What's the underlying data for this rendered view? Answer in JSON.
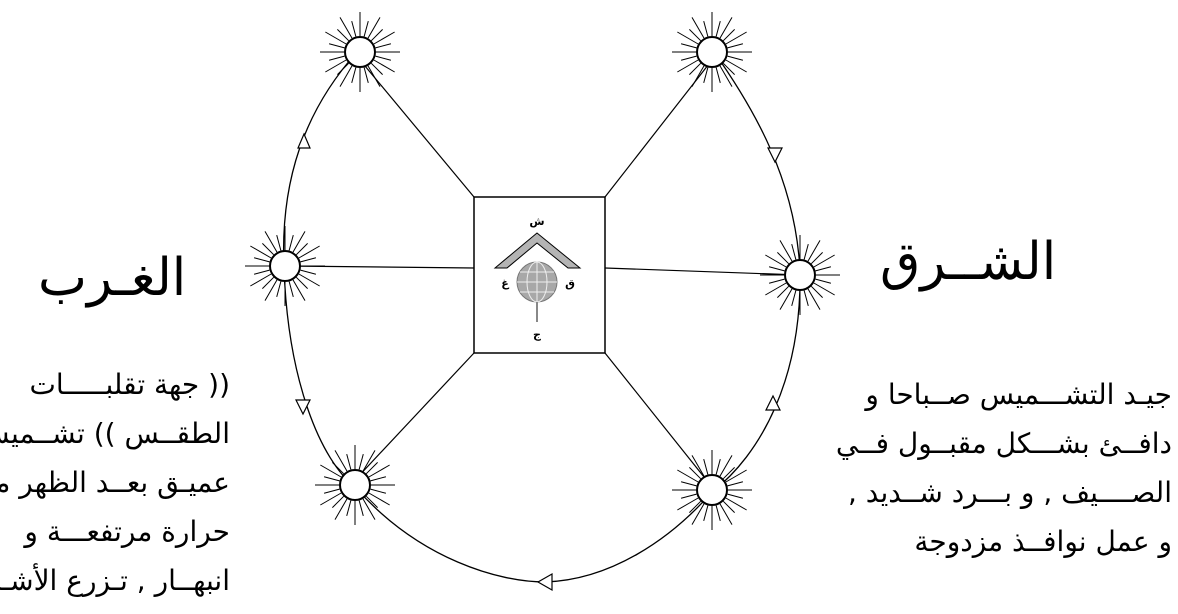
{
  "labels": {
    "west": "الغـرب",
    "east": "الشــرق"
  },
  "west_description": [
    "(( جهة تقلبـــــات",
    "الطقــس )) تشــميس",
    "عميـق بعــد الظهر مع",
    "حرارة مرتفعـــة و",
    "انبهــار , تـزرع الأشـجار"
  ],
  "east_description": [
    "جيـد التشـــميس صــباحا و",
    "دافــئ بشـــكل مقبــول فــي",
    "الصــــيف , و بـــرد شــديد ,",
    "و عمل نوافــذ مزدوجة"
  ],
  "compass_letters": [
    "ش",
    "غ",
    "ق",
    "ج"
  ],
  "colors": {
    "line": "#000000",
    "roof": "#b4b4b4",
    "globe": "#a8a8a8"
  }
}
